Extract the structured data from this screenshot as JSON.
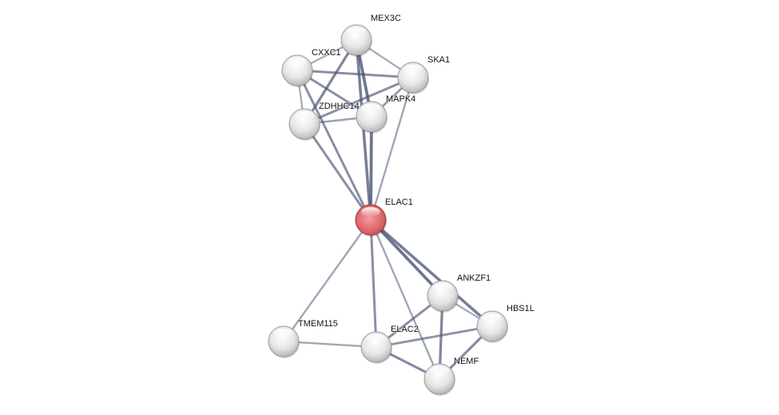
{
  "network": {
    "query_color": "#d9575c",
    "node_color": "#e8e8e8",
    "edge_color": "#4a5374",
    "nodes": [
      {
        "id": "MEX3C",
        "label": "MEX3C",
        "query": false
      },
      {
        "id": "CXXC1",
        "label": "CXXC1",
        "query": false
      },
      {
        "id": "SKA1",
        "label": "SKA1",
        "query": false
      },
      {
        "id": "ZDHHC14",
        "label": "ZDHHC14",
        "query": false
      },
      {
        "id": "MAPK4",
        "label": "MAPK4",
        "query": false
      },
      {
        "id": "ELAC1",
        "label": "ELAC1",
        "query": true
      },
      {
        "id": "ANKZF1",
        "label": "ANKZF1",
        "query": false
      },
      {
        "id": "HBS1L",
        "label": "HBS1L",
        "query": false
      },
      {
        "id": "TMEM115",
        "label": "TMEM115",
        "query": false
      },
      {
        "id": "ELAC2",
        "label": "ELAC2",
        "query": false
      },
      {
        "id": "NEMF",
        "label": "NEMF",
        "query": false
      }
    ],
    "edges": [
      {
        "from": "MEX3C",
        "to": "SKA1",
        "weight": 0.3
      },
      {
        "from": "MEX3C",
        "to": "MAPK4",
        "weight": 0.9
      },
      {
        "from": "MEX3C",
        "to": "ZDHHC14",
        "weight": 0.7
      },
      {
        "from": "MEX3C",
        "to": "ELAC1",
        "weight": 0.8
      },
      {
        "from": "MEX3C",
        "to": "CXXC1",
        "weight": 0.3
      },
      {
        "from": "CXXC1",
        "to": "SKA1",
        "weight": 0.6
      },
      {
        "from": "CXXC1",
        "to": "MAPK4",
        "weight": 0.6
      },
      {
        "from": "CXXC1",
        "to": "ZDHHC14",
        "weight": 0.3
      },
      {
        "from": "CXXC1",
        "to": "ELAC1",
        "weight": 0.6
      },
      {
        "from": "ZDHHC14",
        "to": "SKA1",
        "weight": 0.6
      },
      {
        "from": "ZDHHC14",
        "to": "MAPK4",
        "weight": 0.4
      },
      {
        "from": "ZDHHC14",
        "to": "ELAC1",
        "weight": 0.6
      },
      {
        "from": "SKA1",
        "to": "MAPK4",
        "weight": 0.5
      },
      {
        "from": "SKA1",
        "to": "ELAC1",
        "weight": 0.35
      },
      {
        "from": "MAPK4",
        "to": "ELAC1",
        "weight": 0.9
      },
      {
        "from": "ELAC1",
        "to": "TMEM115",
        "weight": 0.35
      },
      {
        "from": "ELAC1",
        "to": "ELAC2",
        "weight": 0.6
      },
      {
        "from": "ELAC1",
        "to": "NEMF",
        "weight": 0.35
      },
      {
        "from": "ELAC1",
        "to": "ANKZF1",
        "weight": 0.9
      },
      {
        "from": "ELAC1",
        "to": "HBS1L",
        "weight": 0.8
      },
      {
        "from": "TMEM115",
        "to": "ELAC2",
        "weight": 0.35
      },
      {
        "from": "ELAC2",
        "to": "ANKZF1",
        "weight": 0.6
      },
      {
        "from": "ELAC2",
        "to": "HBS1L",
        "weight": 0.55
      },
      {
        "from": "ELAC2",
        "to": "NEMF",
        "weight": 0.65
      },
      {
        "from": "ANKZF1",
        "to": "NEMF",
        "weight": 0.7
      },
      {
        "from": "ANKZF1",
        "to": "HBS1L",
        "weight": 0.3
      },
      {
        "from": "HBS1L",
        "to": "NEMF",
        "weight": 0.65
      }
    ]
  }
}
